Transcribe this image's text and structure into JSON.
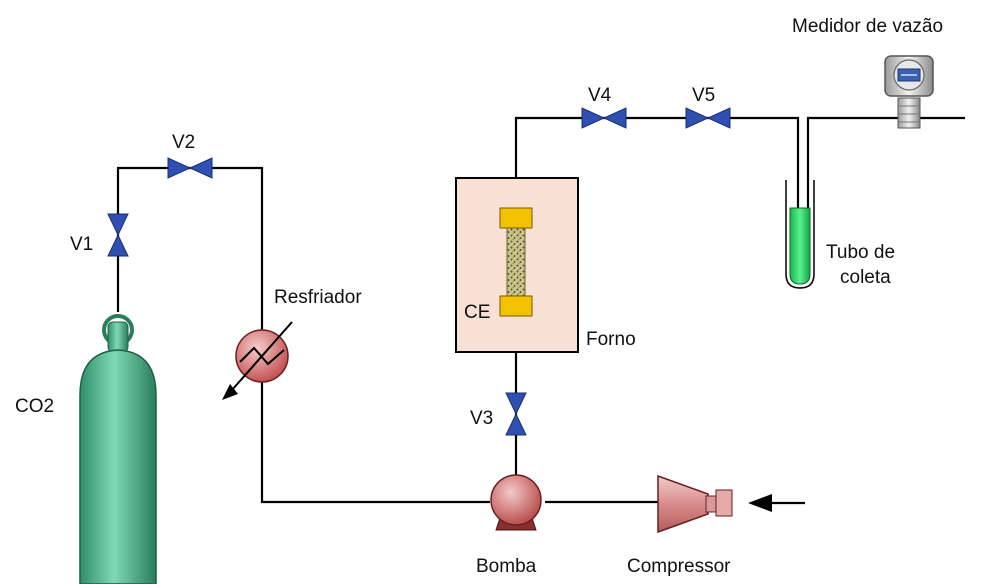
{
  "labels": {
    "co2": "CO2",
    "v1": "V1",
    "v2": "V2",
    "v3": "V3",
    "v4": "V4",
    "v5": "V5",
    "resfriador": "Resfriador",
    "ce": "CE",
    "forno": "Forno",
    "bomba": "Bomba",
    "compressor": "Compressor",
    "medidor": "Medidor de vazão",
    "tubo_line1": "Tubo de",
    "tubo_line2": "coleta"
  },
  "colors": {
    "valve": "#2f4fb3",
    "cylinder": "#3fae86",
    "oven_fill": "#f8e0d4",
    "sample_cap": "#f2c100",
    "pump": "#c85a5a",
    "liquid": "#22dd66"
  },
  "icons": {
    "flow_meter": "flow-meter-icon",
    "valves": "gate-valve-icon",
    "cooler": "heat-exchanger-icon",
    "pump": "centrifugal-pump-icon",
    "compressor": "compressor-icon"
  }
}
